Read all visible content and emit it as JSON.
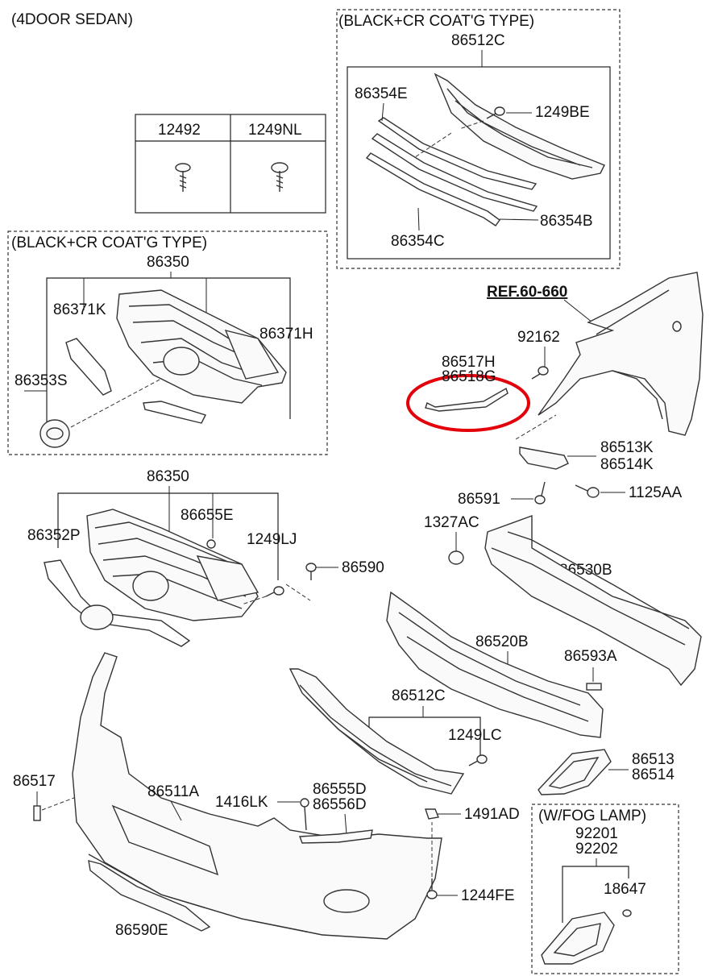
{
  "header": {
    "title": "(4DOOR SEDAN)"
  },
  "fastener_table": {
    "cols": [
      "12492",
      "1249NL"
    ]
  },
  "grille_box_top": {
    "title": "(BLACK+CR COAT'G TYPE)",
    "code": "86512C",
    "labels": [
      "86354E",
      "1249BE",
      "86354B",
      "86354C"
    ]
  },
  "grille_box_left": {
    "title": "(BLACK+CR COAT'G TYPE)",
    "code": "86350",
    "labels": [
      "86371K",
      "86371H",
      "86353S"
    ]
  },
  "fog_box": {
    "title": "(W/FOG LAMP)",
    "codes": [
      "92201",
      "92202"
    ],
    "label": "18647"
  },
  "reference": "REF.60-660",
  "labels": {
    "p86517H": "86517H",
    "p86518G": "86518G",
    "p92162": "92162",
    "p86513K": "86513K",
    "p86514K": "86514K",
    "p86591": "86591",
    "p1125AA": "1125AA",
    "p86350b": "86350",
    "p86655E": "86655E",
    "p86352P": "86352P",
    "p1249LJ": "1249LJ",
    "p86590": "86590",
    "p1327AC": "1327AC",
    "p86530B": "86530B",
    "p86520B": "86520B",
    "p86593A": "86593A",
    "p86512Cb": "86512C",
    "p1249LC": "1249LC",
    "p86513": "86513",
    "p86514": "86514",
    "p86517": "86517",
    "p86511A": "86511A",
    "p1416LK": "1416LK",
    "p86555D": "86555D",
    "p86556D": "86556D",
    "p1491AD": "1491AD",
    "p1244FE": "1244FE",
    "p86590E": "86590E"
  },
  "highlight": {
    "color": "#e3000b",
    "target": "86517H / 86518G"
  }
}
